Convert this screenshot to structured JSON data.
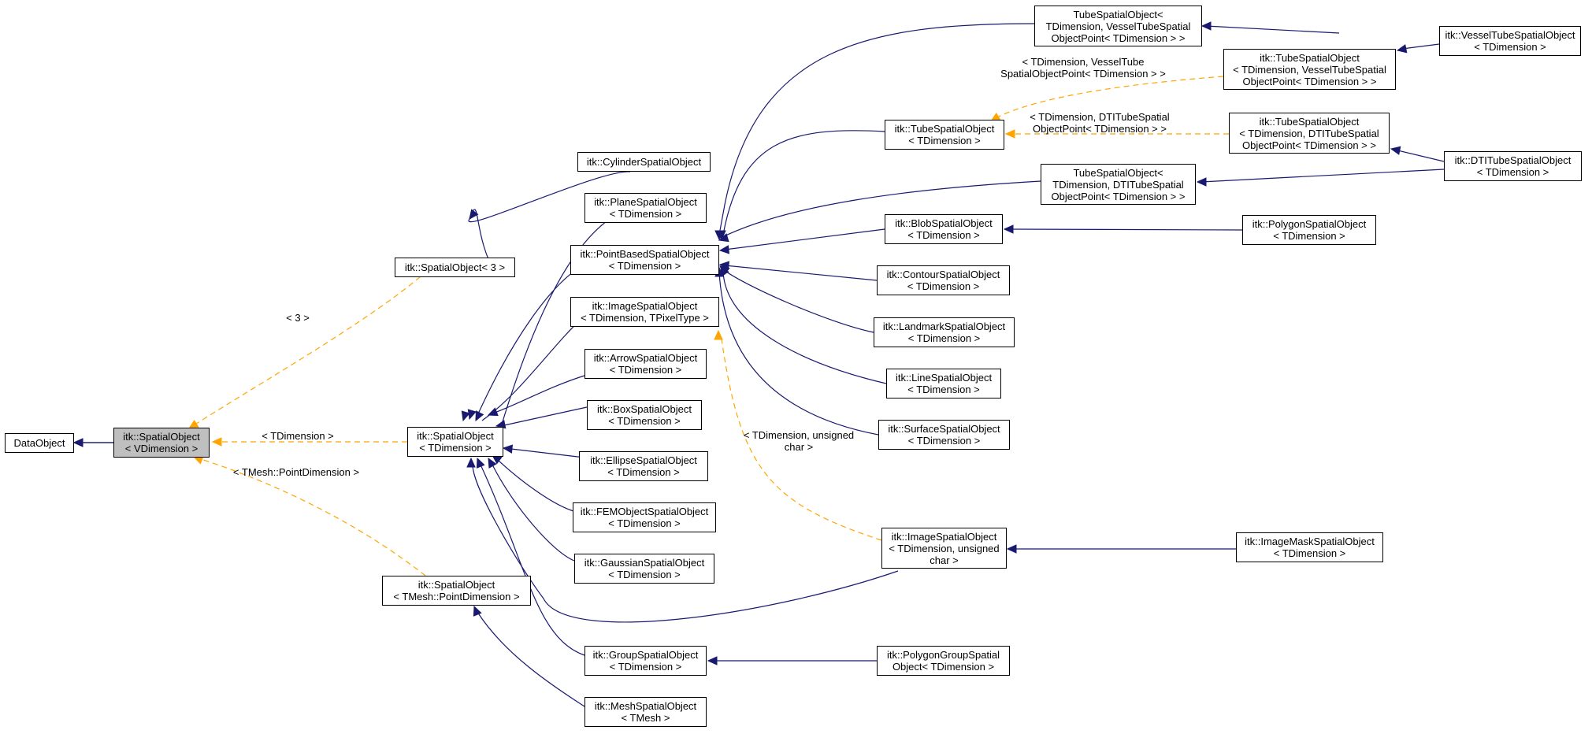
{
  "colors": {
    "inherit": "#191970",
    "template": "#ffa500",
    "selected": "#bfbfbf"
  },
  "nodes": [
    {
      "id": "dataobject",
      "lines": [
        "DataObject"
      ]
    },
    {
      "id": "so_vdim",
      "lines": [
        "itk::SpatialObject",
        "< VDimension >"
      ],
      "selected": true
    },
    {
      "id": "so_3",
      "lines": [
        "itk::SpatialObject< 3 >"
      ]
    },
    {
      "id": "so_tdim",
      "lines": [
        "itk::SpatialObject",
        "< TDimension >"
      ]
    },
    {
      "id": "so_tmesh",
      "lines": [
        "itk::SpatialObject",
        "< TMesh::PointDimension >"
      ]
    },
    {
      "id": "cylinder",
      "lines": [
        "itk::CylinderSpatialObject"
      ]
    },
    {
      "id": "plane",
      "lines": [
        "itk::PlaneSpatialObject",
        "< TDimension >"
      ]
    },
    {
      "id": "pointbased",
      "lines": [
        "itk::PointBasedSpatialObject",
        "< TDimension >"
      ]
    },
    {
      "id": "image_tpix",
      "lines": [
        "itk::ImageSpatialObject",
        "< TDimension, TPixelType >"
      ]
    },
    {
      "id": "arrow",
      "lines": [
        "itk::ArrowSpatialObject",
        "< TDimension >"
      ]
    },
    {
      "id": "box",
      "lines": [
        "itk::BoxSpatialObject",
        "< TDimension >"
      ]
    },
    {
      "id": "ellipse",
      "lines": [
        "itk::EllipseSpatialObject",
        "< TDimension >"
      ]
    },
    {
      "id": "fem",
      "lines": [
        "itk::FEMObjectSpatialObject",
        "< TDimension >"
      ]
    },
    {
      "id": "gaussian",
      "lines": [
        "itk::GaussianSpatialObject",
        "< TDimension >"
      ]
    },
    {
      "id": "group",
      "lines": [
        "itk::GroupSpatialObject",
        "< TDimension >"
      ]
    },
    {
      "id": "mesh",
      "lines": [
        "itk::MeshSpatialObject",
        "< TMesh >"
      ]
    },
    {
      "id": "tube_vessel_tpl",
      "lines": [
        "TubeSpatialObject<",
        "TDimension, VesselTubeSpatial",
        "ObjectPoint< TDimension > >"
      ]
    },
    {
      "id": "tube",
      "lines": [
        "itk::TubeSpatialObject",
        "< TDimension >"
      ]
    },
    {
      "id": "tube_dti_tpl",
      "lines": [
        "TubeSpatialObject<",
        "TDimension, DTITubeSpatial",
        "ObjectPoint< TDimension > >"
      ]
    },
    {
      "id": "blob",
      "lines": [
        "itk::BlobSpatialObject",
        "< TDimension >"
      ]
    },
    {
      "id": "contour",
      "lines": [
        "itk::ContourSpatialObject",
        "< TDimension >"
      ]
    },
    {
      "id": "landmark",
      "lines": [
        "itk::LandmarkSpatialObject",
        "< TDimension >"
      ]
    },
    {
      "id": "line",
      "lines": [
        "itk::LineSpatialObject",
        "< TDimension >"
      ]
    },
    {
      "id": "surface",
      "lines": [
        "itk::SurfaceSpatialObject",
        "< TDimension >"
      ]
    },
    {
      "id": "image_uchar",
      "lines": [
        "itk::ImageSpatialObject",
        "< TDimension, unsigned",
        "char >"
      ]
    },
    {
      "id": "polygongroup",
      "lines": [
        "itk::PolygonGroupSpatial",
        "Object< TDimension >"
      ]
    },
    {
      "id": "vesseltube",
      "lines": [
        "itk::VesselTubeSpatialObject",
        "< TDimension >"
      ]
    },
    {
      "id": "tube_vessel_inst",
      "lines": [
        "itk::TubeSpatialObject",
        "< TDimension, VesselTubeSpatial",
        "ObjectPoint< TDimension > >"
      ]
    },
    {
      "id": "tube_dti_inst",
      "lines": [
        "itk::TubeSpatialObject",
        "< TDimension, DTITubeSpatial",
        "ObjectPoint< TDimension > >"
      ]
    },
    {
      "id": "dtitube",
      "lines": [
        "itk::DTITubeSpatialObject",
        "< TDimension >"
      ]
    },
    {
      "id": "polygon",
      "lines": [
        "itk::PolygonSpatialObject",
        "< TDimension >"
      ]
    },
    {
      "id": "imagemask",
      "lines": [
        "itk::ImageMaskSpatialObject",
        "< TDimension >"
      ]
    }
  ],
  "edge_labels": [
    {
      "id": "lbl_3",
      "lines": [
        "< 3 >"
      ]
    },
    {
      "id": "lbl_tdim",
      "lines": [
        "< TDimension >"
      ]
    },
    {
      "id": "lbl_tmesh",
      "lines": [
        "< TMesh::PointDimension >"
      ]
    },
    {
      "id": "lbl_uchar",
      "lines": [
        "< TDimension, unsigned",
        "char >"
      ]
    },
    {
      "id": "lbl_vessel",
      "lines": [
        "< TDimension, VesselTube",
        "SpatialObjectPoint< TDimension > >"
      ]
    },
    {
      "id": "lbl_dti",
      "lines": [
        "< TDimension, DTITubeSpatial",
        "ObjectPoint< TDimension > >"
      ]
    }
  ]
}
